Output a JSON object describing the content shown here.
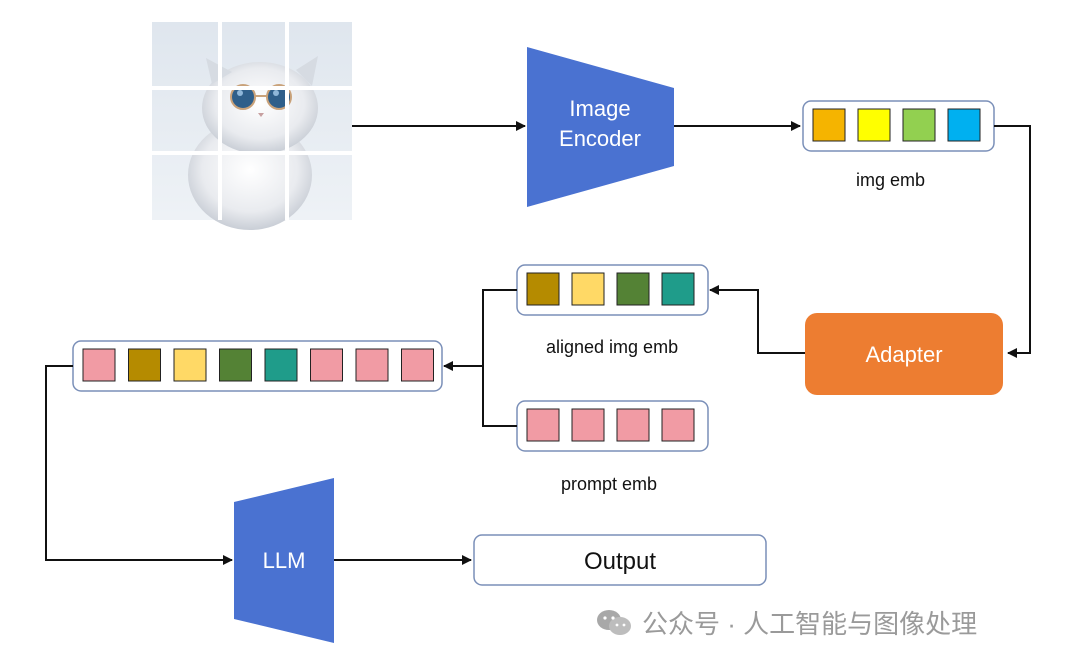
{
  "diagram": {
    "image_encoder_label_line1": "Image",
    "image_encoder_label_line2": "Encoder",
    "img_emb_label": "img emb",
    "adapter_label": "Adapter",
    "aligned_emb_label": "aligned img emb",
    "prompt_emb_label": "prompt emb",
    "llm_label": "LLM",
    "output_label": "Output",
    "img_emb_colors": [
      "#f5b400",
      "#ffff00",
      "#92d050",
      "#00b0f0"
    ],
    "aligned_emb_colors": [
      "#b58b00",
      "#ffd966",
      "#548235",
      "#1f9c8a"
    ],
    "prompt_emb_colors": [
      "#f19ba4",
      "#f19ba4",
      "#f19ba4",
      "#f19ba4"
    ],
    "combined_emb_colors": [
      "#f19ba4",
      "#b58b00",
      "#ffd966",
      "#548235",
      "#1f9c8a",
      "#f19ba4",
      "#f19ba4",
      "#f19ba4"
    ],
    "encoder_color": "#4a72d1",
    "adapter_color": "#ed7d31"
  },
  "watermark": {
    "text": "公众号 · 人工智能与图像处理",
    "icon": "wechat-icon"
  }
}
